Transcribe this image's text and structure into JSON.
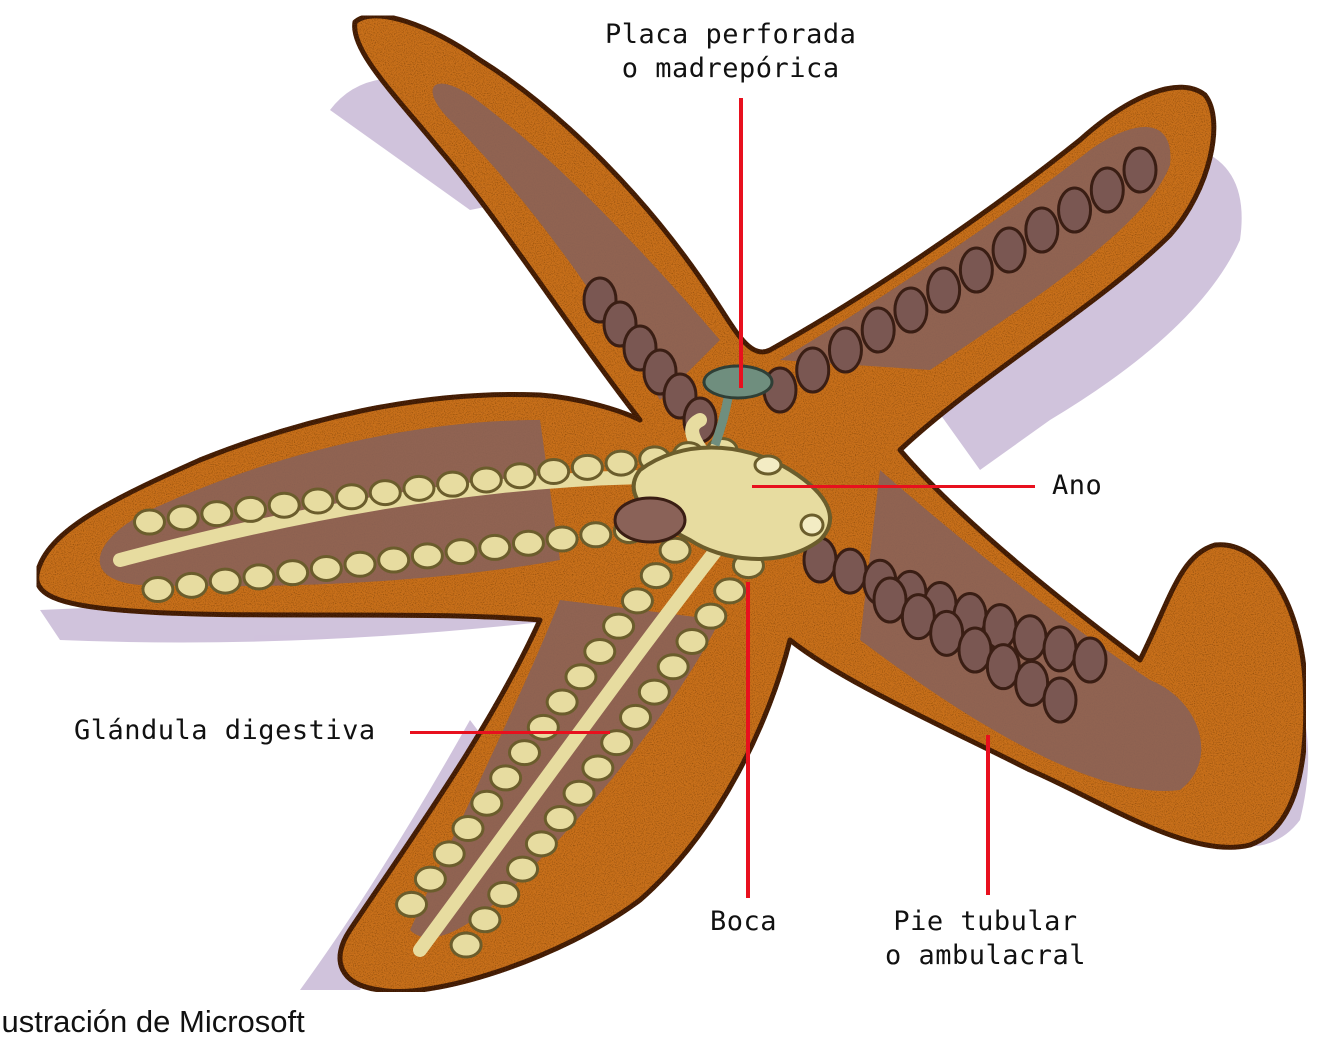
{
  "labels": {
    "madreporite": "Placa perforada\no madrepórica",
    "anus": "Ano",
    "digestive_gland": "Glándula digestiva",
    "mouth": "Boca",
    "tube_foot": "Pie tubular\no ambulacral"
  },
  "credit": "Ilustración de Microsoft",
  "colors": {
    "outline": "#4a2308",
    "body_orange": "#c8701f",
    "body_brown": "#8a6258",
    "interior": "#7a5752",
    "gland": "#e7dca0",
    "gland_outline": "#6b5d2c",
    "madreporite": "#6f8e7e",
    "shadow": "#c8b8d6",
    "leader_line": "#e8101e",
    "label_text": "#111111"
  }
}
